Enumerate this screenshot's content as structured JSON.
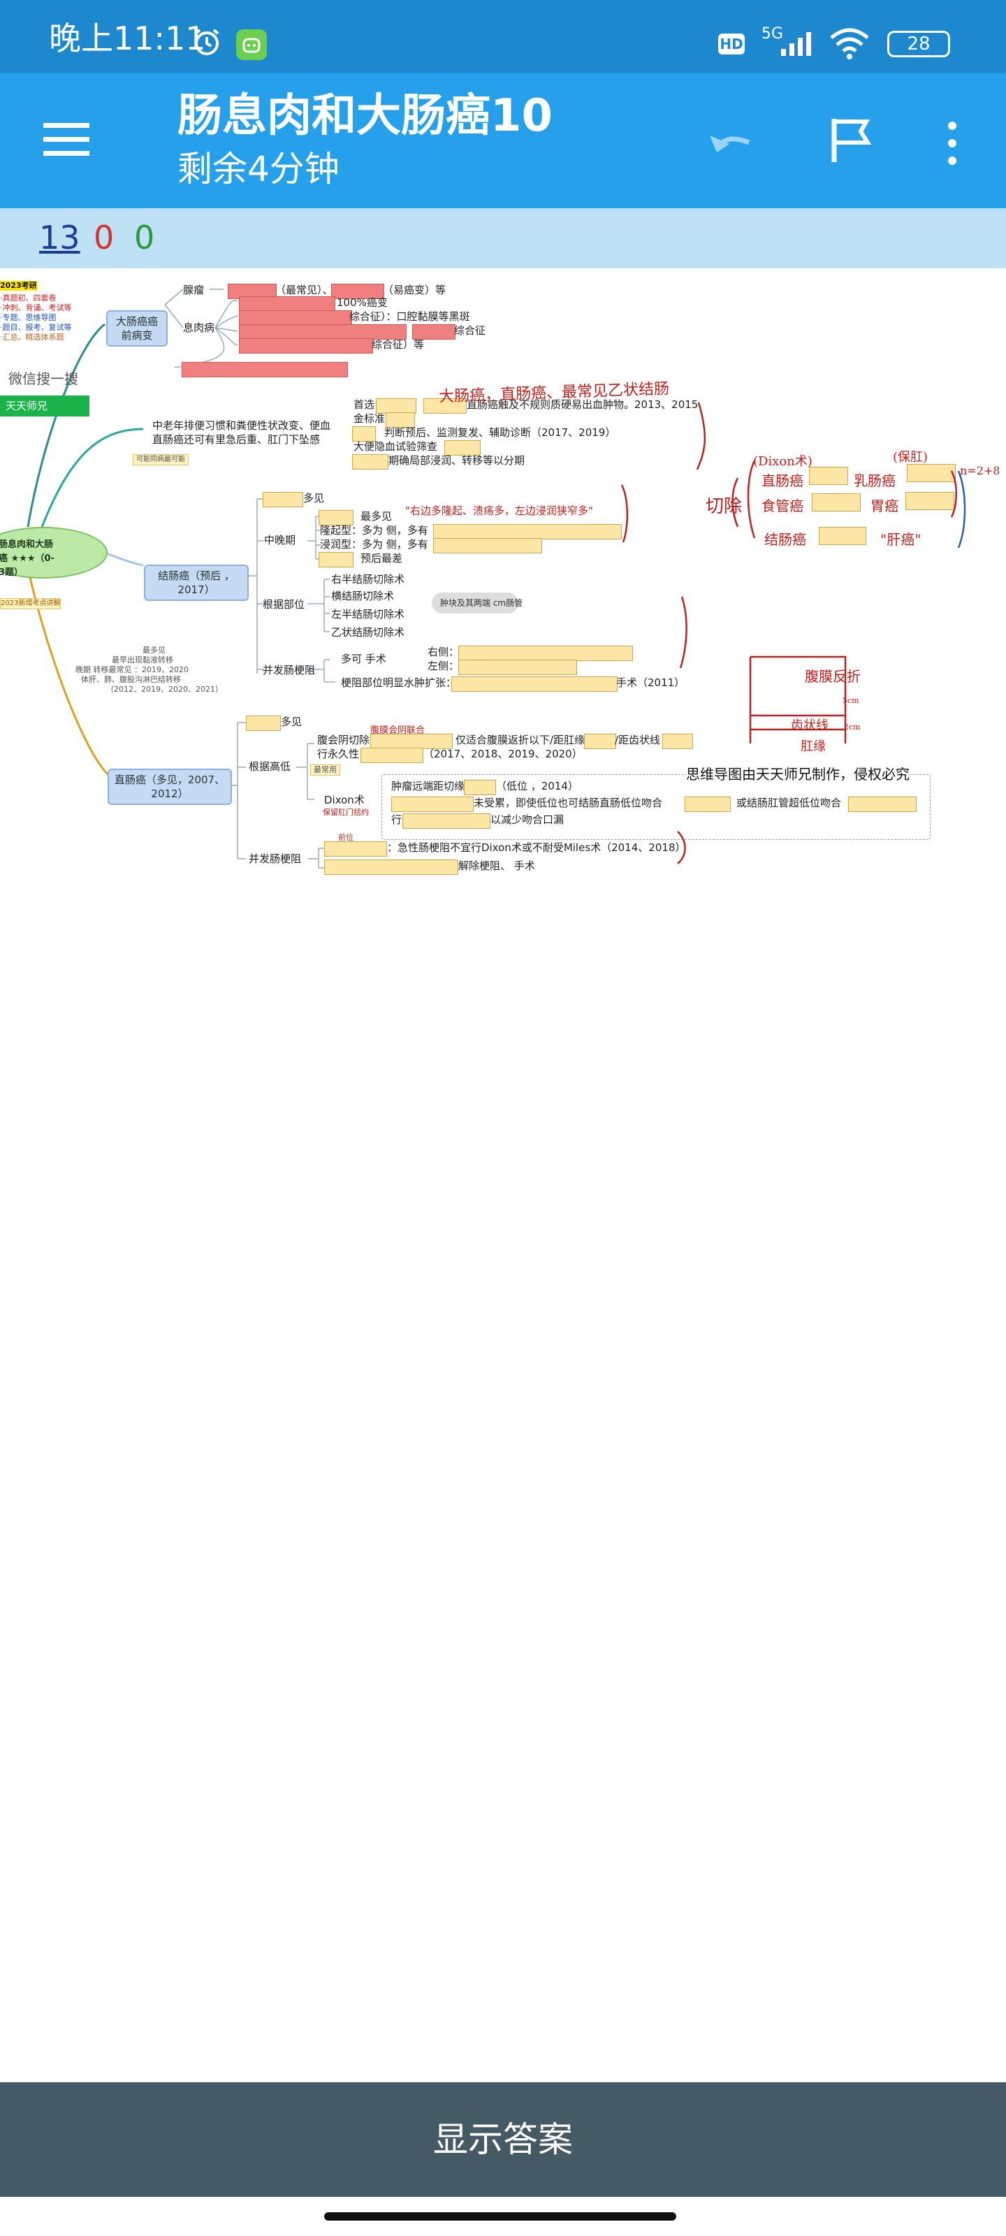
{
  "status_bar": {
    "time": "晚上11:11",
    "icons": [
      "alarm-icon",
      "app-notification-icon",
      "hd-icon",
      "signal-5g-icon",
      "wifi-icon",
      "battery-icon"
    ],
    "hd_label": "HD",
    "network_label": "5G",
    "battery_level": "28"
  },
  "app_bar": {
    "title": "肠息肉和大肠癌10",
    "subtitle": "剩余4分钟",
    "icons": [
      "menu-icon",
      "undo-icon",
      "flag-icon",
      "more-icon"
    ]
  },
  "score": {
    "correct": "13",
    "wrong": "0",
    "skipped": "0"
  },
  "mindmap": {
    "left": {
      "promo_lines": [
        "2023考研",
        "·真题初、四套卷",
        "·冲刺、背诵、考试等",
        "·专题、思维导图",
        "·题目、报考、复试等",
        "·汇总、精选体系题"
      ],
      "wechat_label": "微信搜一搜",
      "wechat_account": "天天师兄",
      "root_label": "肠息肉和大肠癌 ★★★（0-3题）",
      "root_tag": "2023新增考点讲解"
    },
    "precancer": {
      "node": "大肠癌癌前病变",
      "adenoma": "腺瘤",
      "adenoma_text_1": "（最常见）、",
      "adenoma_text_2": "（易癌变）等",
      "polyposis": "息肉病",
      "polyposis_1": "100%癌变",
      "polyposis_2": "综合征）：口腔黏膜等黑斑",
      "polyposis_3": "综合征",
      "polyposis_4": "综合征）等"
    },
    "clinical": {
      "line_1": "中老年排便习惯和粪便性状改变、便血",
      "line_2": "直肠癌还可有里急后重、肛门下坠感",
      "tag": "可能同病最可能",
      "screening_1": "首选",
      "screening_1b": "直肠癌触及不规则质硬易出血肿物。2013、2015",
      "screening_2": "金标准",
      "screening_3": "判断预后、监测复发、辅助诊断（2017、2019）",
      "screening_4": "大便隐血试验筛查",
      "screening_5": "期确局部浸润、转移等以分期"
    },
    "colon": {
      "node": "结肠癌（预后    ，2017）",
      "common": "多见",
      "mid_late": "中晚期",
      "type_a": "最多见",
      "type_b": "隆起型：多为    侧，多有",
      "type_c": "浸润型：多为    侧，多有",
      "type_d": "预后最差",
      "by_site": "根据部位",
      "surgery_1": "右半结肠切除术",
      "surgery_2": "横结肠切除术",
      "surgery_3": "左半结肠切除术",
      "surgery_4": "乙状结肠切除术",
      "margin_note": "肿块及其两端    cm肠管",
      "obstruction": "并发肠梗阻",
      "obs_1": "多可    手术",
      "obs_right": "右侧：",
      "obs_left": "左侧：",
      "obs_2": "梗阻部位明显水肿扩张：",
      "obs_3": "手术（2011）",
      "small_notes": [
        "最多见",
        "最早出现黏液转移",
        "晚期    转移最常见   ：2019、2020",
        "体肝、肺、腹股沟淋巴结转移",
        "（2012、2019、2020、2021）"
      ]
    },
    "rectum": {
      "node": "直肠癌（多见，2007、2012）",
      "common": "多见",
      "by_height": "根据高低",
      "miles_1": "腹会阴切除",
      "miles_1b": "仅适合腹膜返折以下/距肛缘",
      "miles_1c": "/距齿状线",
      "miles_2": "行永久性",
      "miles_3": "（2017、2018、2019、2020）",
      "most_used": "最常用",
      "dixon": "Dixon术",
      "dixon_1": "肿瘤远端距切缘",
      "dixon_1b": "（低位    ，2014）",
      "dixon_2": "未受累，即使低位也可结肠直肠低位吻合",
      "dixon_2b": "或结肠肛管超低位吻合",
      "dixon_3": "以减少吻合口漏",
      "dixon_3a": "行",
      "obstruction": "并发肠梗阻",
      "obs_1": "：急性肠梗阻不宜行Dixon术或不耐受Miles术（2014、2018）",
      "obs_2": "解除梗阻、    手术",
      "watermark": "思维导图由天天师兄制作，侵权必究"
    },
    "handwriting": {
      "hw_1": "大肠癌，直肠癌、最常见乙状结肠",
      "hw_2": "(Dixon术)",
      "hw_3": "(保肛)",
      "hw_4": "直肠癌",
      "hw_5": "乳肠癌",
      "hw_6": "n=2+8",
      "hw_7": "切除",
      "hw_8": "食管癌",
      "hw_9": "胃癌",
      "hw_10": "结肠癌",
      "hw_11": "\"肝癌\"",
      "hw_12": "\"右边多隆起、溃疡多，左边浸润狭窄多\"",
      "hw_13": "腹膜反折",
      "hw_14": "齿状线",
      "hw_15": "肛缘",
      "hw_16": "5cm",
      "hw_17": "2cm",
      "hw_18": "腹膜会阴联合",
      "hw_19": "保留肛门括约",
      "hw_20": "前位"
    }
  },
  "footer": {
    "show_answer": "显示答案"
  }
}
